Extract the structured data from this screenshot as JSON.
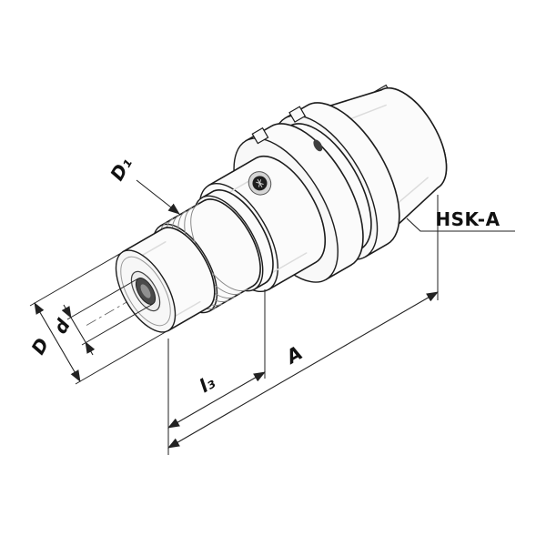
{
  "page": {
    "background": "#ffffff"
  },
  "drawing": {
    "type": "technical-line-drawing",
    "subject": "HSK-A hydraulic expansion tool holder, dimensioned catalog drawing",
    "labels": {
      "diameter_d1": "D₁",
      "diameter_D": "D",
      "diameter_d": "d",
      "length_l3": "l₃",
      "length_A": "A",
      "interface": "HSK-A"
    },
    "colors": {
      "line": "#1c1c1c",
      "dimension": "#222222",
      "gold_screw": "#c9a227"
    }
  }
}
